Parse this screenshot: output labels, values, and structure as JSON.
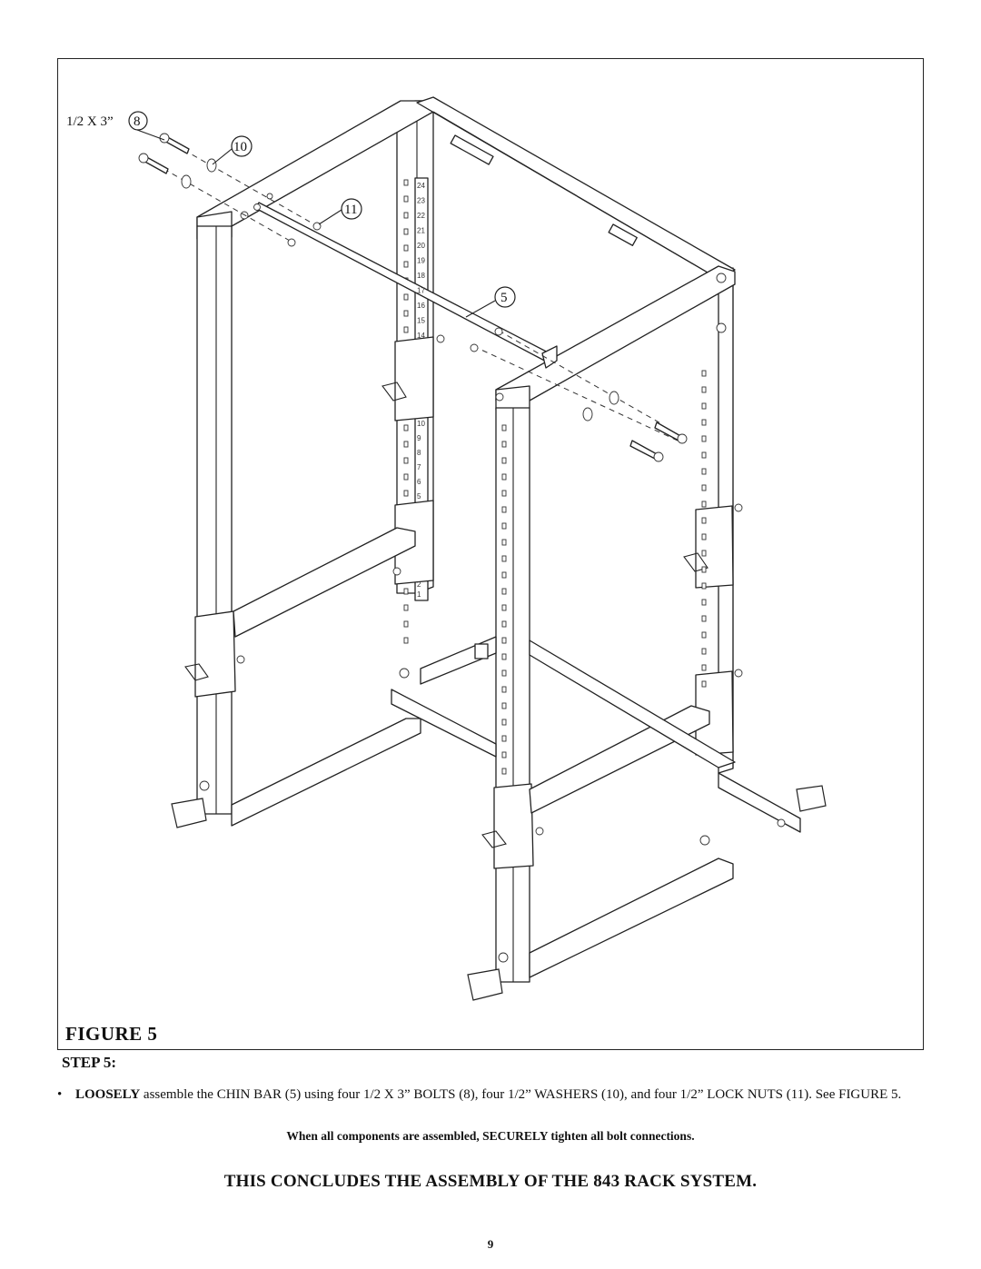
{
  "figure": {
    "label": "FIGURE 5",
    "callouts": {
      "bolt_size": "1/2 X 3”",
      "part_bolt": "8",
      "part_washer": "10",
      "part_nut": "11",
      "part_chin_bar": "5"
    },
    "upright_numbers_top": [
      "24",
      "23",
      "22",
      "21",
      "20",
      "19",
      "18",
      "17",
      "16",
      "15",
      "14"
    ],
    "upright_numbers_mid": [
      "10",
      "9",
      "8",
      "7",
      "6",
      "5"
    ],
    "upright_numbers_low": [
      "2",
      "1"
    ]
  },
  "step": {
    "title": "STEP 5:",
    "bullet": "•",
    "instruction_emphasis": "LOOSELY",
    "instruction_text": " assemble the CHIN BAR (5) using four 1/2 X 3” BOLTS (8), four 1/2” WASHERS (10), and  four 1/2” LOCK NUTS (11). See FIGURE 5."
  },
  "note": "When all components are assembled, SECURELY tighten all bolt connections.",
  "conclusion": "THIS CONCLUDES THE ASSEMBLY OF THE 843 RACK SYSTEM.",
  "page_number": "9"
}
